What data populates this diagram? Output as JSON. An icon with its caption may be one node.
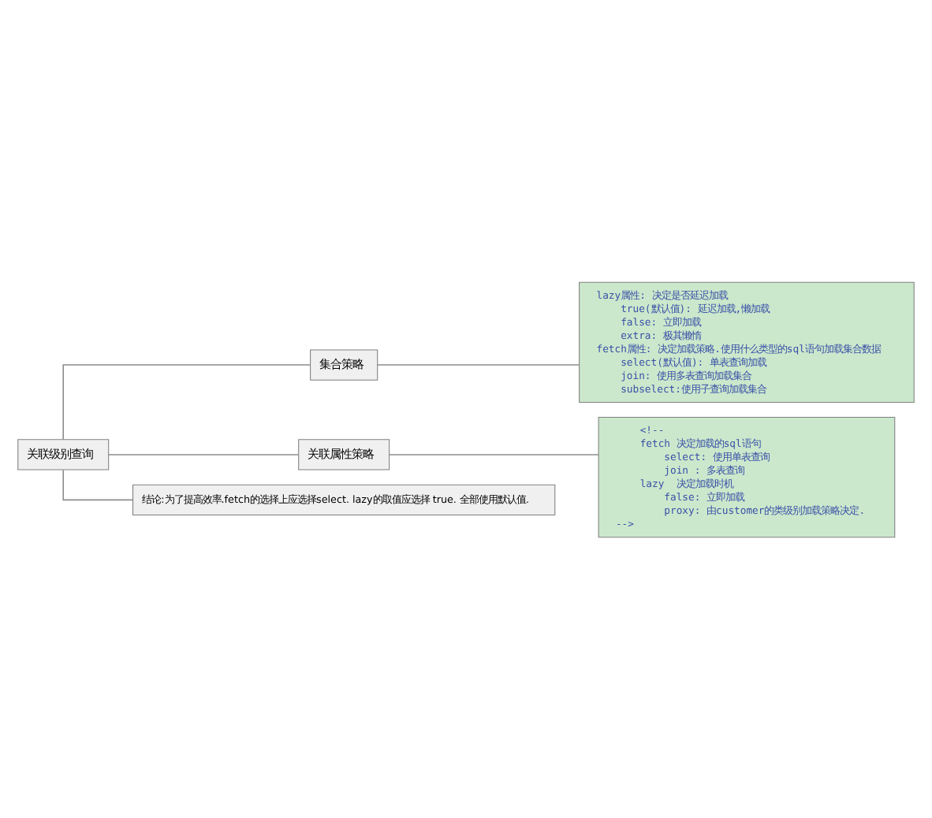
{
  "diagram": {
    "nodes": [
      {
        "text": [
          "关联级别查询"
        ]
      },
      {
        "text": [
          "集合策略"
        ]
      },
      {
        "text": [
          "lazy属性: 决定是否延迟加载",
          "true(默认值): 延迟加载,懒加载",
          "false: 立即加载",
          "extra: 极其懒惰",
          "fetch属性: 决定加载策略.使用什么类型的sql语句加载集合数据",
          "select(默认值): 单表查询加载",
          "join: 使用多表查询加载集合",
          "subselect:使用子查询加载集合"
        ]
      },
      {
        "text": [
          "关联属性策略"
        ]
      },
      {
        "text": [
          "<!--",
          "fetch 决定加载的sql语句",
          "select: 使用单表查询",
          "join : 多表查询",
          "lazy  决定加载时机",
          "false: 立即加载",
          "proxy: 由customer的类级别加载策略决定.",
          "-->"
        ]
      },
      {
        "text": [
          "结论:为了提高效率.fetch的选择上应选择select. lazy的取值应选择 true. 全部使用默认值."
        ]
      }
    ],
    "edges": [
      {
        "from": 0,
        "to": 1,
        "arrow": "none"
      },
      {
        "from": 1,
        "to": 2,
        "arrow": "none"
      },
      {
        "from": 0,
        "to": 3,
        "arrow": "none"
      },
      {
        "from": 3,
        "to": 4,
        "arrow": "none"
      },
      {
        "from": 0,
        "to": 5,
        "arrow": "none"
      }
    ]
  }
}
